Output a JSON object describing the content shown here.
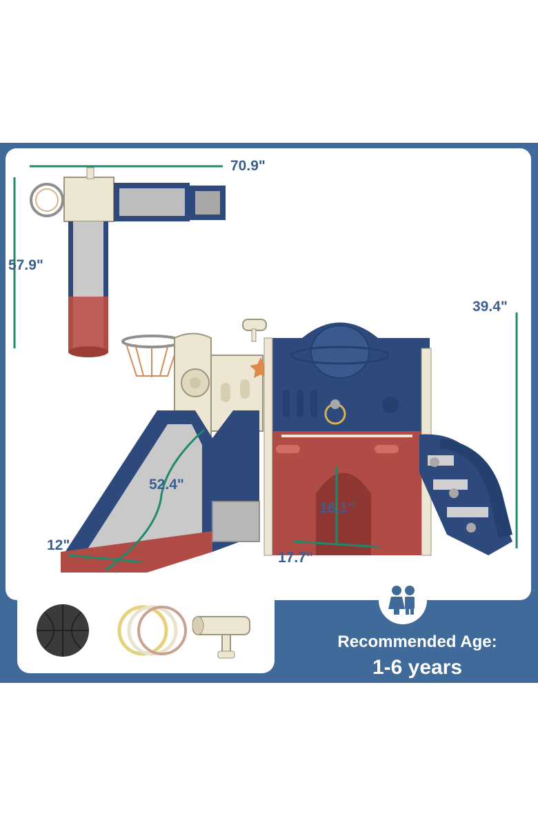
{
  "dimensions": {
    "top_width": "70.9\"",
    "top_depth": "57.9\"",
    "height": "39.4\"",
    "slide_length": "52.4\"",
    "slide_width": "12\"",
    "arch_height": "16.1\"",
    "arch_width": "17.7\""
  },
  "accessories": [
    {
      "icon": "basketball-icon"
    },
    {
      "icon": "ring-toss-icon"
    },
    {
      "icon": "telescope-icon"
    }
  ],
  "age": {
    "label": "Recommended Age:",
    "value": "1-6 years",
    "icon": "kids-icon"
  },
  "colors": {
    "frame_blue": "#3f6a99",
    "navy": "#2e4a7c",
    "brick_red": "#b04b45",
    "cream": "#ece6d2",
    "slide_gray": "#c9c9c9",
    "measure_green": "#1f8a6a"
  }
}
